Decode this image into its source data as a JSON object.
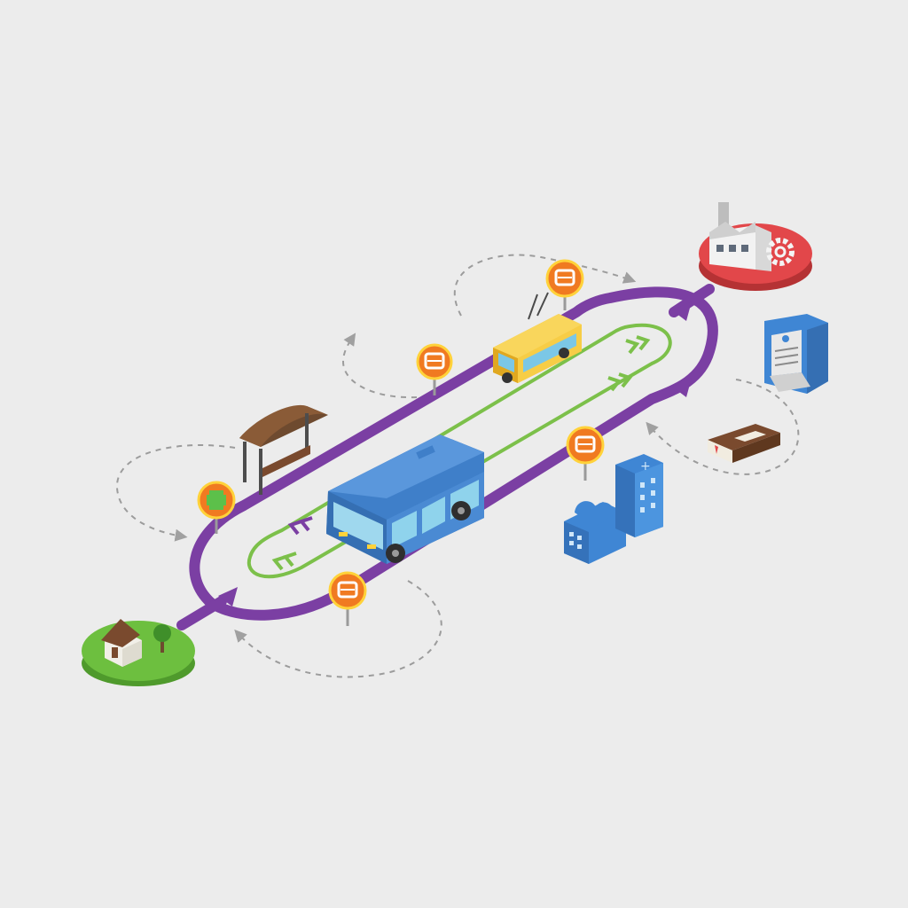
{
  "colors": {
    "background": "#ececec",
    "outer_loop": "#7b3fa3",
    "inner_loop": "#7cc04a",
    "stop_marker": "#f07a21",
    "stop_marker_ring": "#ffd23a",
    "bus_body": "#3f7fc9",
    "bus_window": "#8fd3ec",
    "trolley_body": "#f5c02c",
    "residential_zone": "#6dbf3f",
    "industrial_zone": "#e2474a",
    "service_building": "#3f86d4",
    "shelter_roof": "#6e4a2f",
    "book_cover": "#7a4a2e",
    "connector_dash": "#9c9c9c"
  },
  "icons": [
    "house-icon",
    "tree-icon",
    "factory-icon",
    "gear-icon",
    "bus-icon",
    "trolleybus-icon",
    "bus-stop-shelter-icon",
    "bus-stop-marker-icon",
    "medical-cross-icon",
    "hospital-building-icon",
    "city-office-building-icon",
    "station-gate-icon",
    "book-icon",
    "chevron-direction-icon"
  ],
  "nodes": [
    {
      "id": "residential-zone",
      "icon": "house-icon"
    },
    {
      "id": "industrial-zone",
      "icon": "factory-icon"
    },
    {
      "id": "bus-shelter",
      "icon": "bus-stop-shelter-icon"
    },
    {
      "id": "health-stop",
      "icon": "medical-cross-icon"
    },
    {
      "id": "hospital-district",
      "icon": "hospital-building-icon"
    },
    {
      "id": "transit-station",
      "icon": "station-gate-icon"
    },
    {
      "id": "library",
      "icon": "book-icon"
    }
  ],
  "vehicles": [
    {
      "id": "main-bus",
      "icon": "bus-icon"
    },
    {
      "id": "trolleybus",
      "icon": "trolleybus-icon"
    }
  ]
}
